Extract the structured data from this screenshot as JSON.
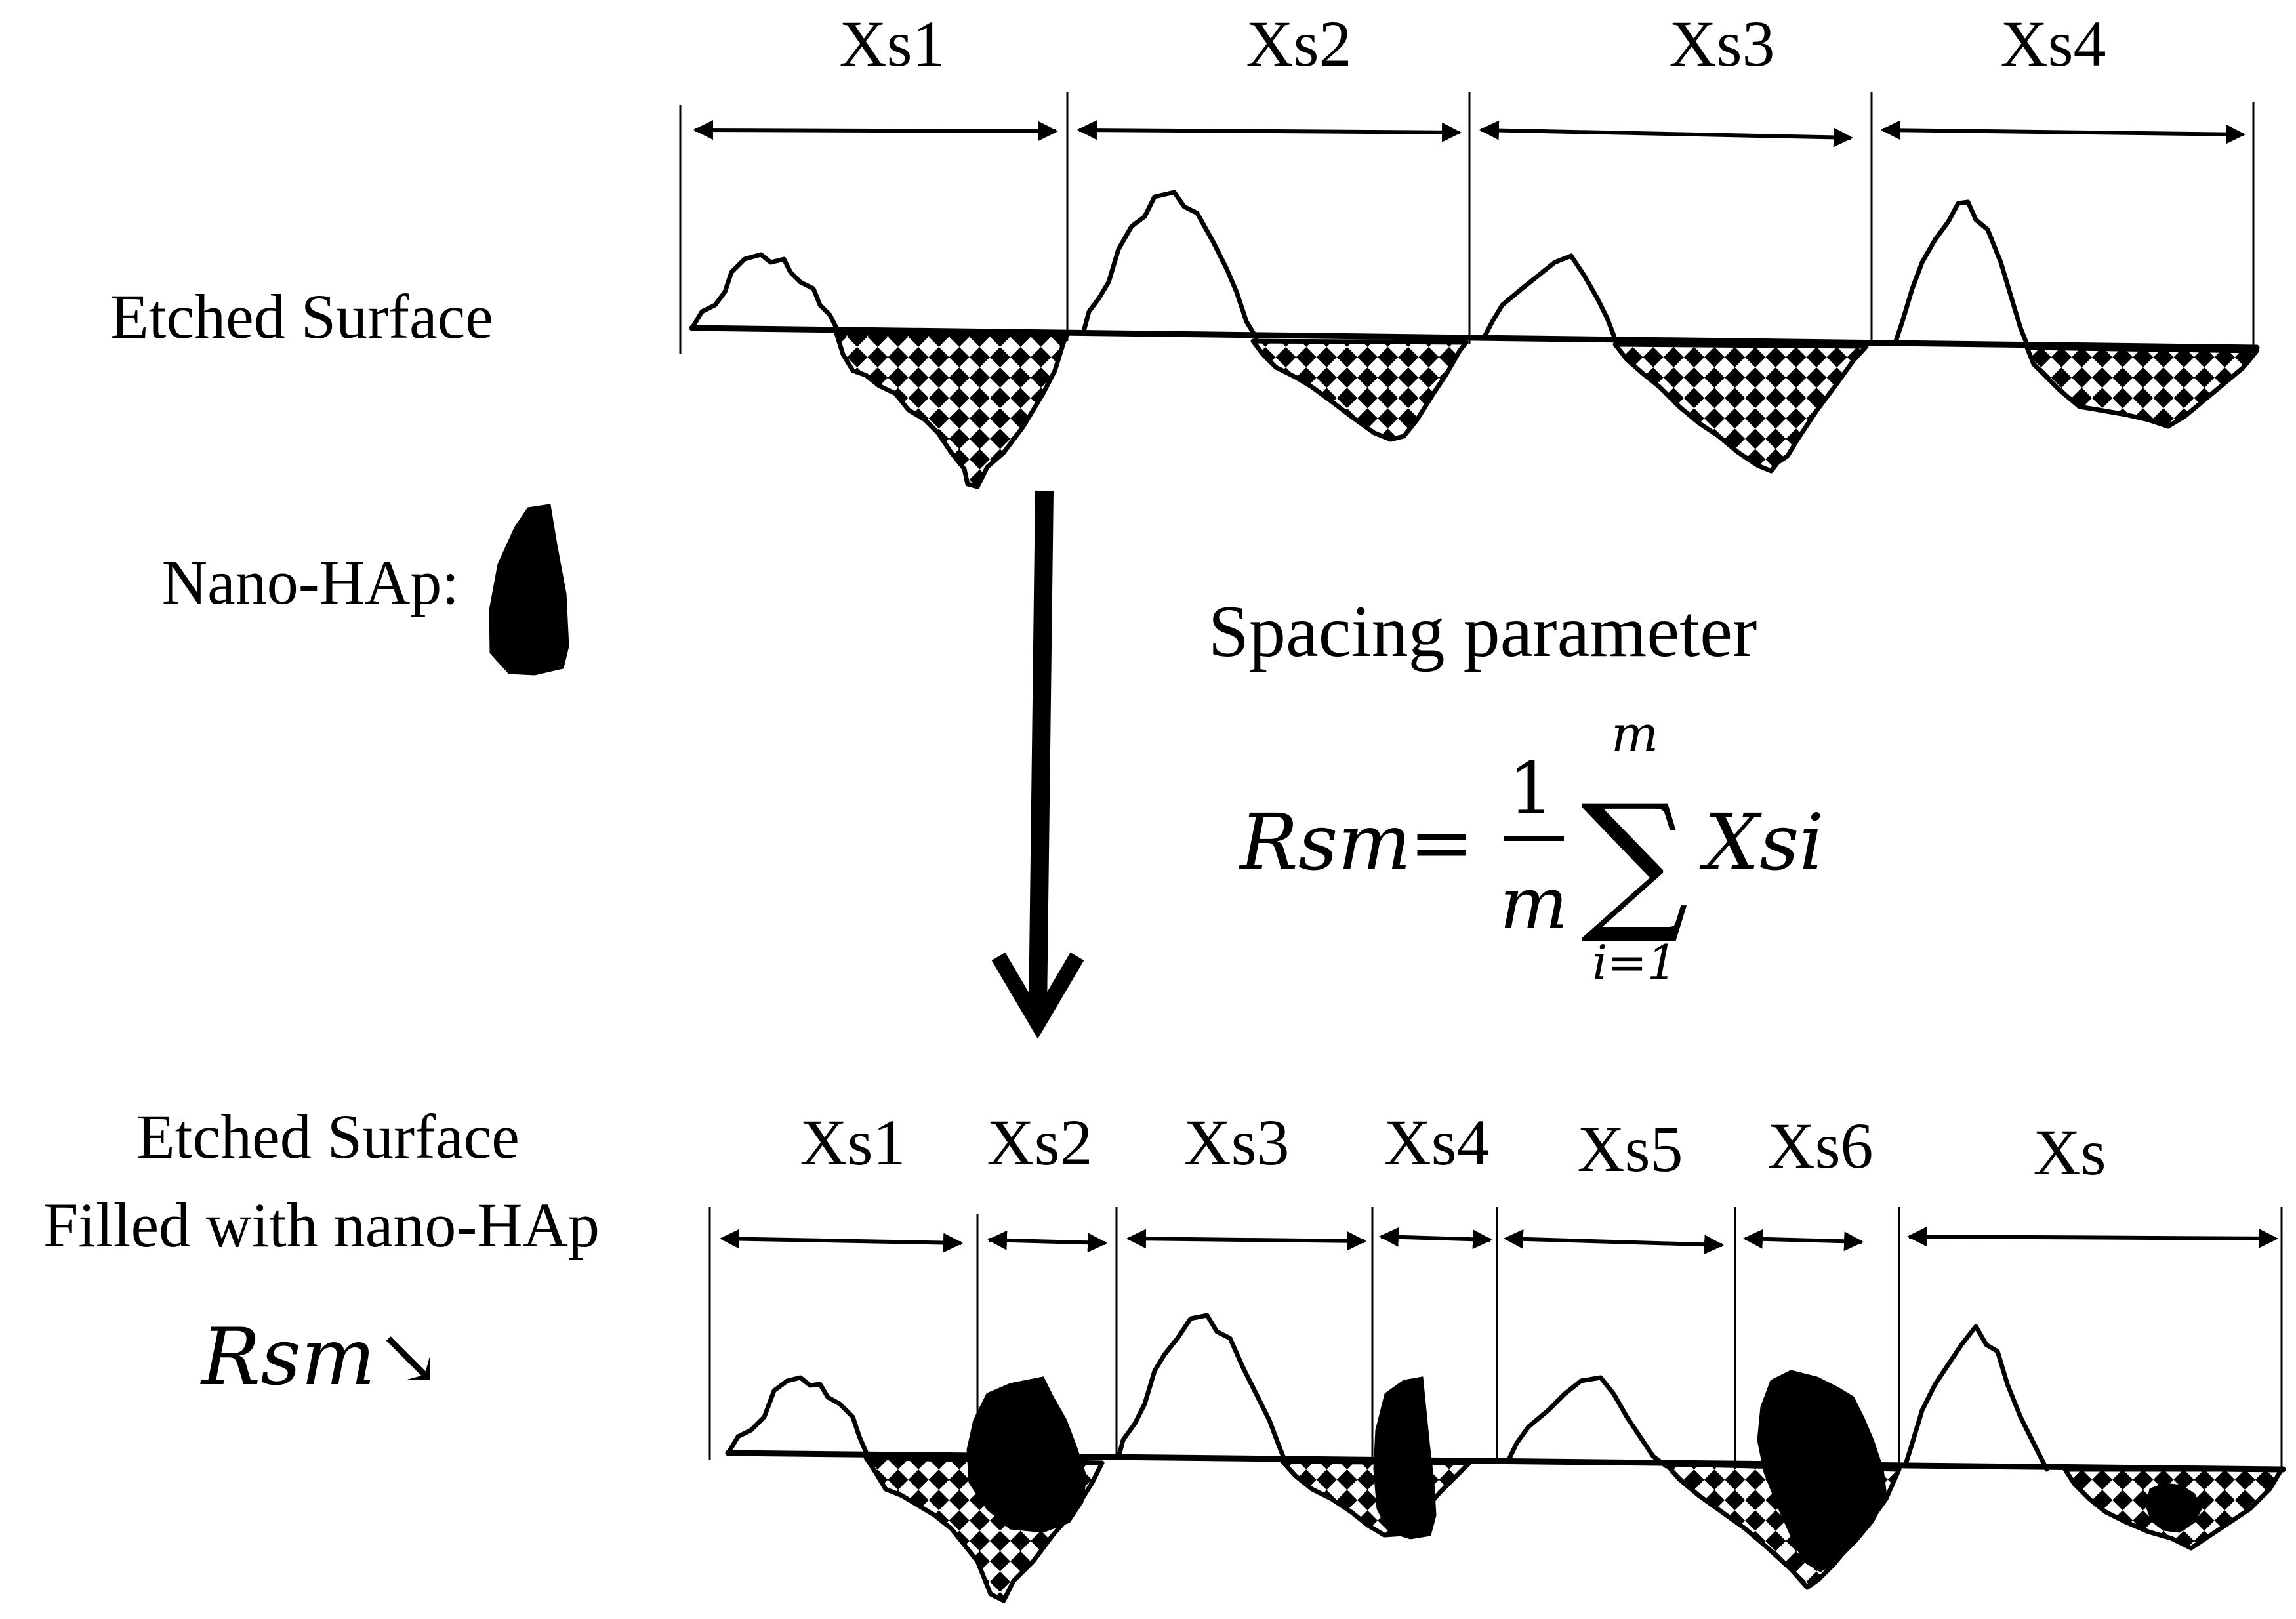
{
  "labels": {
    "etched_surface": "Etched Surface",
    "nano_hap": "Nano-HAp:",
    "spacing_parameter": "Spacing parameter",
    "filled_line1": "Etched Surface",
    "filled_line2": "Filled with nano-HAp",
    "rsm_decrease": "Rsm↘"
  },
  "formula": {
    "lhs": "Rsm",
    "equals": "=",
    "numerator": "1",
    "denominator": "m",
    "sigma": "∑",
    "upper_limit": "m",
    "lower_limit": "i=1",
    "summand": "Xsi"
  },
  "top_intervals": [
    "Xs1",
    "Xs2",
    "Xs3",
    "Xs4"
  ],
  "bottom_intervals": [
    "Xs1",
    "Xs2",
    "Xs3",
    "Xs4",
    "Xs5",
    "Xs6",
    "Xs"
  ]
}
